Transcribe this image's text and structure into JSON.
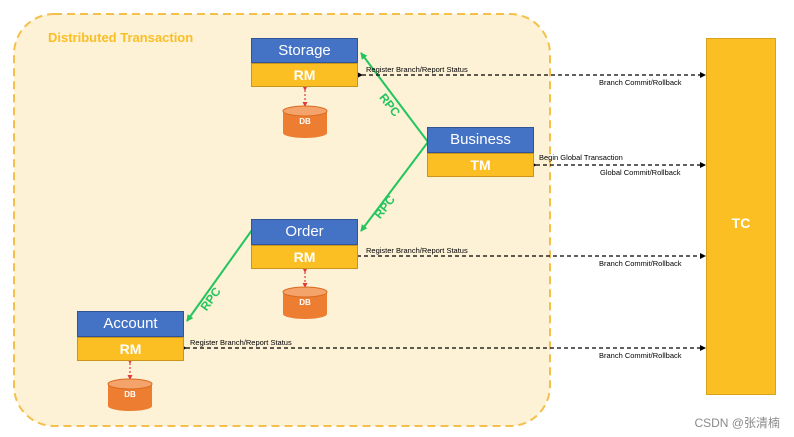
{
  "title": "Distributed Transaction",
  "rpc_label": "RPC",
  "db_label": "DB",
  "tc_label": "TC",
  "services": {
    "storage": {
      "name": "Storage",
      "role": "RM"
    },
    "business": {
      "name": "Business",
      "role": "TM"
    },
    "order": {
      "name": "Order",
      "role": "RM"
    },
    "account": {
      "name": "Account",
      "role": "RM"
    }
  },
  "links": {
    "register": "Register Branch/Report Status",
    "branch_commit": "Branch Commit/Rollback",
    "begin_global": "Begin Global Transaction",
    "global_commit": "Global Commit/Rollback"
  },
  "watermark": "CSDN @张清楠",
  "colors": {
    "region_border": "#f5c04a",
    "region_fill": "#fdf1d6",
    "service_blue": "#4472c4",
    "role_yellow": "#fbbf24",
    "db_orange": "#ed7d31",
    "rpc_green": "#22c55e",
    "db_link_red": "#e23a3a"
  }
}
